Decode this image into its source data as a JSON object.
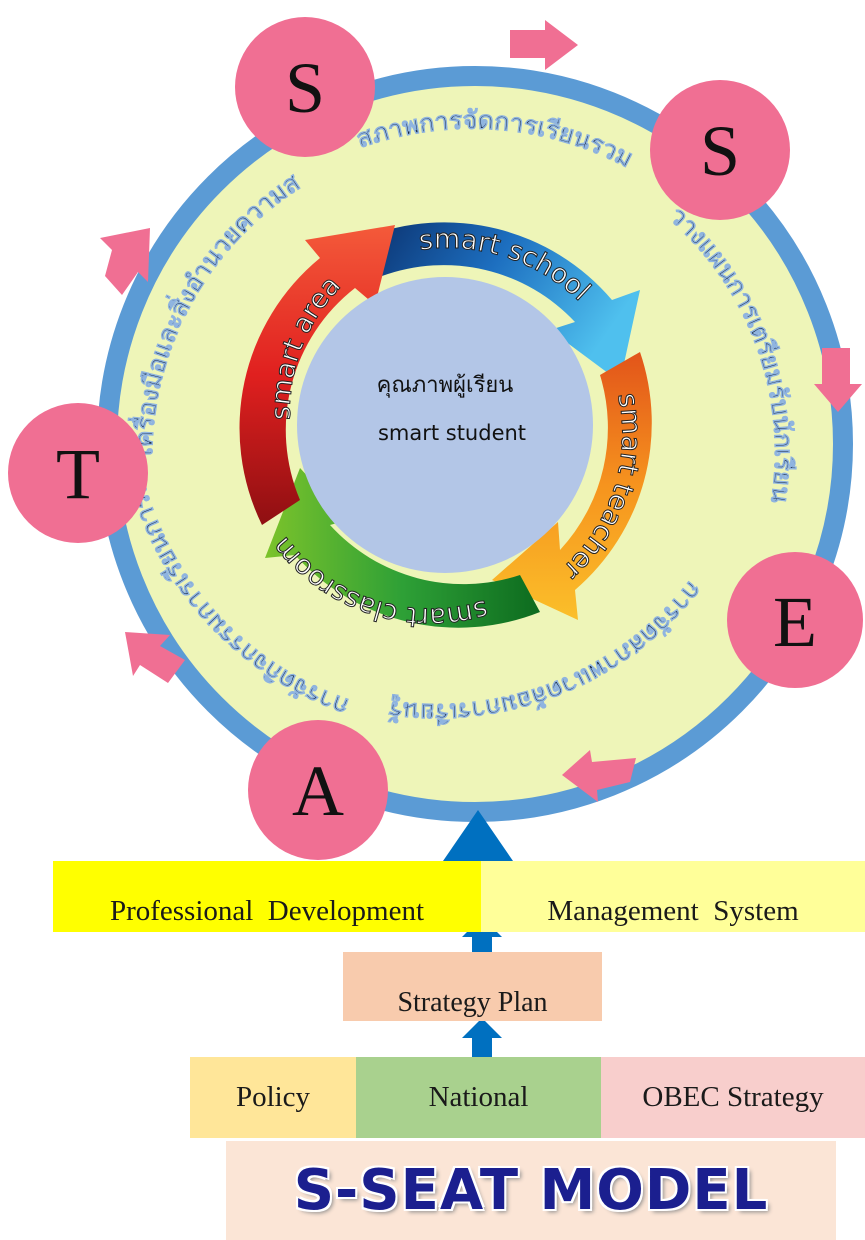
{
  "cycle": {
    "letters": [
      "S",
      "S",
      "E",
      "A",
      "T"
    ],
    "phrases": [
      "สภาพการจัดการเรียนรวม",
      "วางแผนการเตรียมรับนักเรียน",
      "การจัดสภาพแวดล้อมการเรียนรู้",
      "การจัดกิจกรรมการเรียนการสอน",
      "เครื่องมือและสิ่งอำนวยความสะดวก"
    ]
  },
  "inner_ring": {
    "segments": [
      "smart school",
      "smart teacher",
      "smart classroom",
      "smart area"
    ]
  },
  "center": {
    "line1": "คุณภาพผู้เรียน",
    "line2": "smart student"
  },
  "tiers": {
    "professional": "Professional  Development",
    "management": "Management  System",
    "strategy": "Strategy Plan",
    "policy": "Policy",
    "national": "National",
    "obec": "OBEC Strategy"
  },
  "model_title": "S-SEAT MODEL",
  "colors": {
    "outer_ring": "#5b9bd5",
    "inner_disc": "#eef5b8",
    "letter_circle": "#f06f93",
    "center_disc": "#b3c6e7",
    "arrow_pink": "#f06f93",
    "up_arrow": "#0070c0"
  }
}
